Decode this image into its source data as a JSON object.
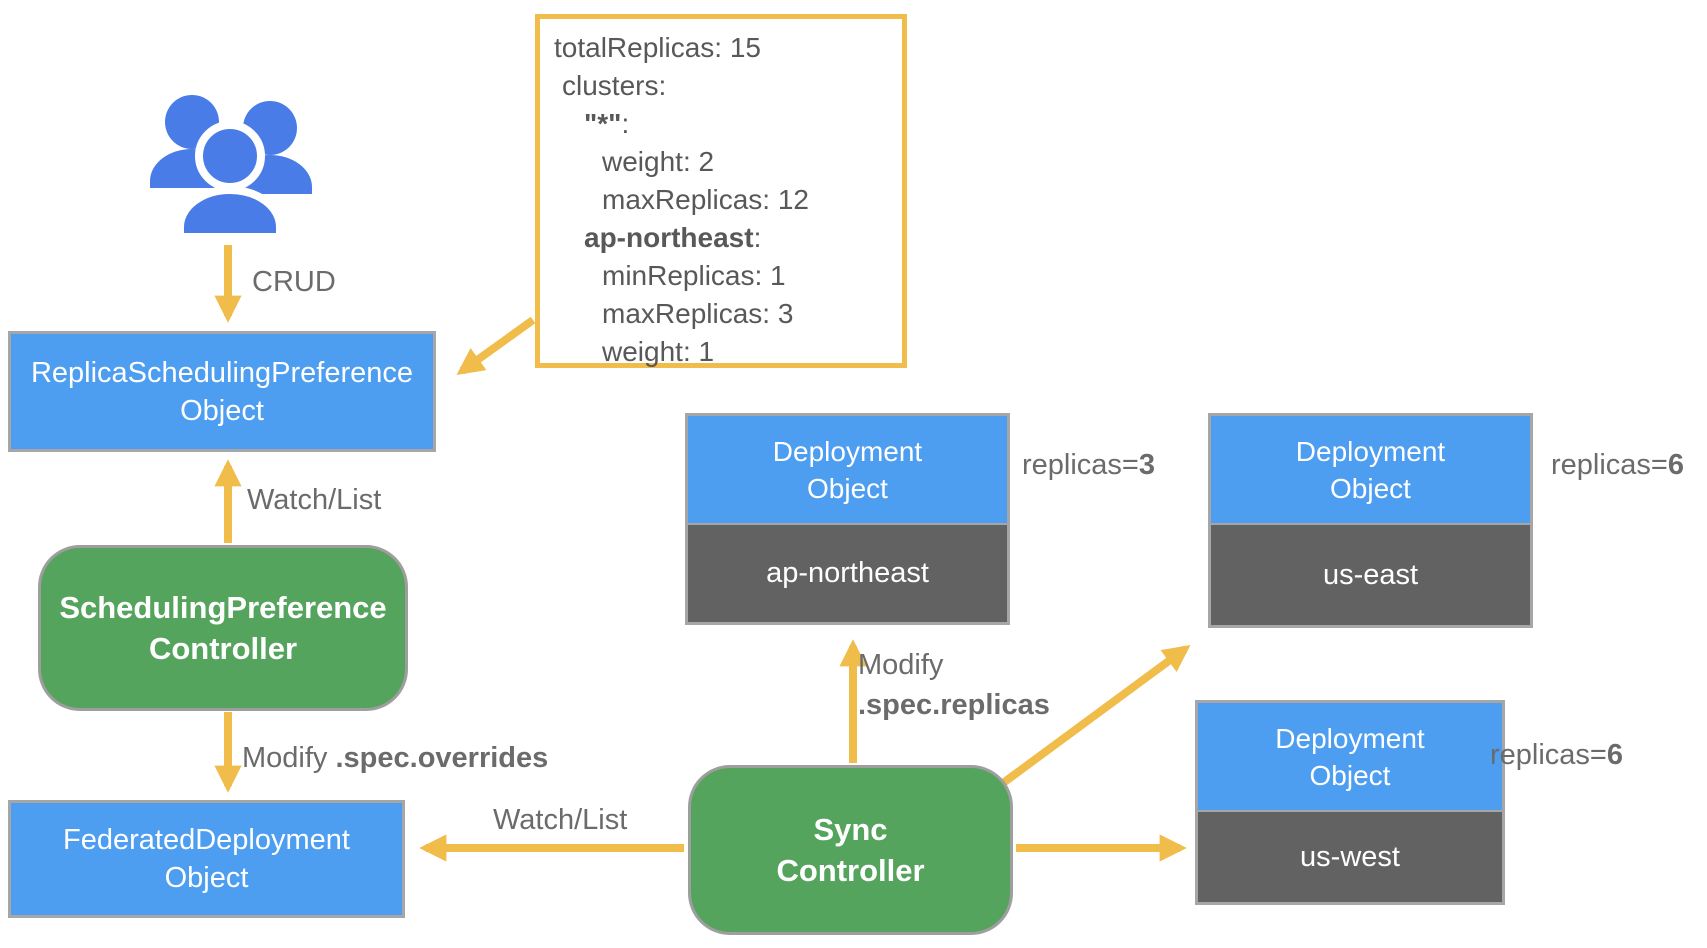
{
  "colors": {
    "box_blue": "#4D9DF0",
    "box_green": "#55A45D",
    "cluster_gray": "#626262",
    "arrow_yellow": "#F0BC4A",
    "label_gray": "#6B6B6B",
    "people_blue": "#4A7CE8",
    "border_gray": "#A6A6A6"
  },
  "icons": {
    "users": "users-icon"
  },
  "yaml_box": {
    "line1": "totalReplicas: 15",
    "line2": "clusters:",
    "line3_bold": "\"*\"",
    "line3_rest": ":",
    "line4": "weight: 2",
    "line5": "maxReplicas: 12",
    "line6_bold": "ap-northeast",
    "line6_rest": ":",
    "line7": "minReplicas: 1",
    "line8": "maxReplicas: 3",
    "line9": "weight: 1"
  },
  "labels": {
    "crud": "CRUD",
    "watch_list_top": "Watch/List",
    "watch_list_bottom": "Watch/List",
    "modify_prefix": "Modify ",
    "spec_overrides": ".spec.overrides",
    "modify_word": "Modify",
    "spec_replicas": ".spec.replicas"
  },
  "nodes": {
    "rsp": {
      "line1": "ReplicaSchedulingPreference",
      "line2": "Object"
    },
    "spc": {
      "line1": "SchedulingPreference",
      "line2": "Controller"
    },
    "fed": {
      "line1": "FederatedDeployment",
      "line2": "Object"
    },
    "sync": {
      "line1": "Sync",
      "line2": "Controller"
    },
    "dep_ap": {
      "line1": "Deployment",
      "line2": "Object",
      "cluster": "ap-northeast"
    },
    "dep_east": {
      "line1": "Deployment",
      "line2": "Object",
      "cluster": "us-east"
    },
    "dep_west": {
      "line1": "Deployment",
      "line2": "Object",
      "cluster": "us-west"
    }
  },
  "replica_labels": {
    "prefix": "replicas=",
    "ap_value": "3",
    "east_value": "6",
    "west_value": "6"
  }
}
